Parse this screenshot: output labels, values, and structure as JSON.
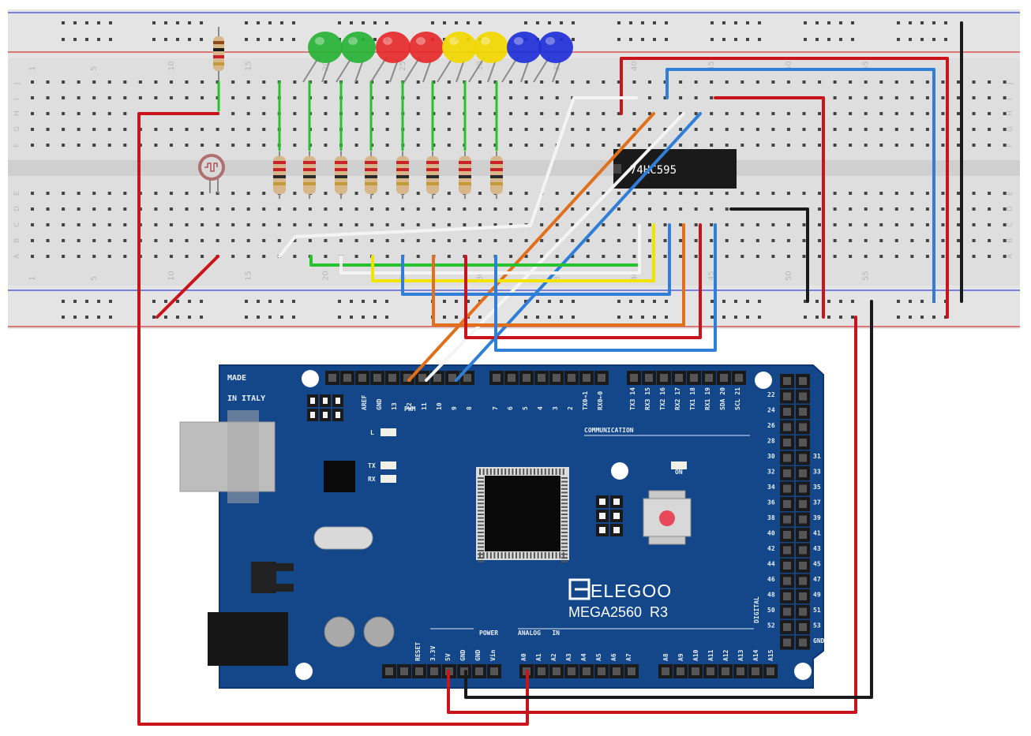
{
  "breadboard": {
    "column_numbers": [
      "1",
      "5",
      "10",
      "15",
      "20",
      "25",
      "30",
      "35",
      "40",
      "45",
      "50",
      "55"
    ],
    "row_letters_top": [
      "J",
      "I",
      "H",
      "G",
      "F"
    ],
    "row_letters_bottom": [
      "E",
      "D",
      "C",
      "B",
      "A"
    ]
  },
  "shift_register": {
    "label": "74HC595"
  },
  "components": {
    "led_colors": [
      "#27b335",
      "#27b335",
      "#e62a2a",
      "#e62a2a",
      "#f2d800",
      "#f2d800",
      "#1f2fd8",
      "#1f2fd8"
    ],
    "photoresistor": "photoresistor-icon",
    "resistor": "resistor-icon"
  },
  "board": {
    "made_in": "MADE",
    "italy": "IN ITALY",
    "brand": "ELEGOO",
    "model": "MEGA2560  R3",
    "pwm_label": "PWM",
    "comm_label": "COMMUNICATION",
    "power_label": "POWER",
    "analog_label": "ANALOG   IN",
    "digital_label": "DIGITAL",
    "on_label": "ON",
    "l_label": "L",
    "tx_label": "TX",
    "rx_label": "RX",
    "top_header_labels": [
      "AREF",
      "GND",
      "13",
      "12",
      "11",
      "10",
      "9",
      "8",
      "7",
      "6",
      "5",
      "4",
      "3",
      "2",
      "TX0→1",
      "RX0←0",
      "TX3 14",
      "RX3 15",
      "TX2 16",
      "RX2 17",
      "TX1 18",
      "RX1 19",
      "SDA 20",
      "SCL 21"
    ],
    "power_pins": [
      "RESET",
      "3.3V",
      "5V",
      "GND",
      "GND",
      "Vin"
    ],
    "analog_pins": [
      "A0",
      "A1",
      "A2",
      "A3",
      "A4",
      "A5",
      "A6",
      "A7",
      "A8",
      "A9",
      "A10",
      "A11",
      "A12",
      "A13",
      "A14",
      "A15"
    ],
    "right_left_labels": [
      "22",
      "24",
      "26",
      "28",
      "30",
      "32",
      "34",
      "36",
      "38",
      "40",
      "42",
      "44",
      "46",
      "48",
      "50",
      "52"
    ],
    "right_right_labels": [
      "",
      "",
      "",
      "",
      "31",
      "33",
      "35",
      "37",
      "39",
      "41",
      "43",
      "45",
      "47",
      "49",
      "51",
      "53",
      "GND"
    ]
  },
  "wire_colors": {
    "red": "#c8141a",
    "black": "#1a1a1a",
    "blue": "#2f7fd8",
    "white": "#f4f4f4",
    "orange": "#e0701c",
    "green": "#27c22e",
    "yellow": "#f0e400"
  }
}
